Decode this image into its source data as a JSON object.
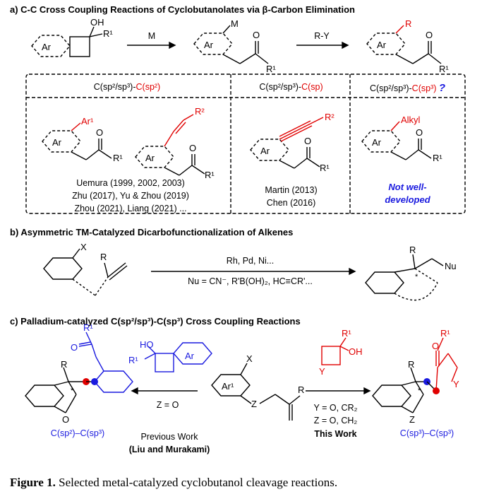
{
  "section_a": {
    "title": "a) C-C Cross Coupling Reactions of Cyclobutanolates via β-Carbon Elimination",
    "arrow1_label": "M",
    "arrow2_label": "R-Y",
    "col1_header_black": "C(sp²/sp³)-",
    "col1_header_red": "C(sp²)",
    "col2_header_black": "C(sp²/sp³)-",
    "col2_header_red": "C(sp)",
    "col3_header_black": "C(sp²/sp³)-",
    "col3_header_red": "C(sp³)",
    "col3_question": "?",
    "col1_refs": [
      "Uemura (1999, 2002, 2003)",
      "Zhu (2017), Yu & Zhou (2019)",
      "Zhou (2021), Liang (2021) ..."
    ],
    "col2_refs": [
      "Martin (2013)",
      "Chen (2016)"
    ],
    "col3_note": [
      "Not well-",
      "developed"
    ]
  },
  "section_b": {
    "title": "b) Asymmetric TM-Catalyzed Dicarbofunctionalization of Alkenes",
    "arrow_top": "Rh, Pd, Ni...",
    "arrow_bottom": "Nu = CN⁻, R'B(OH)₂, HC≡CR'..."
  },
  "section_c": {
    "title": "c) Palladium-catalyzed C(sp²/sp³)-C(sp³) Cross Coupling Reactions",
    "left_arrow_label": "Z = O",
    "left_product_label": "C(sp²)–C(sp³)",
    "previous_work": "Previous Work",
    "previous_authors": "(Liu and Murakami)",
    "right_conditions": [
      "Y = O, CR₂",
      "Z = O, CH₂"
    ],
    "this_work": "This Work",
    "right_product_label": "C(sp³)–C(sp³)"
  },
  "caption": {
    "label": "Figure 1.",
    "text": " Selected metal-catalyzed cyclobutanol cleavage reactions."
  },
  "colors": {
    "red": "#e00000",
    "blue": "#1a1adf",
    "black": "#000000"
  }
}
